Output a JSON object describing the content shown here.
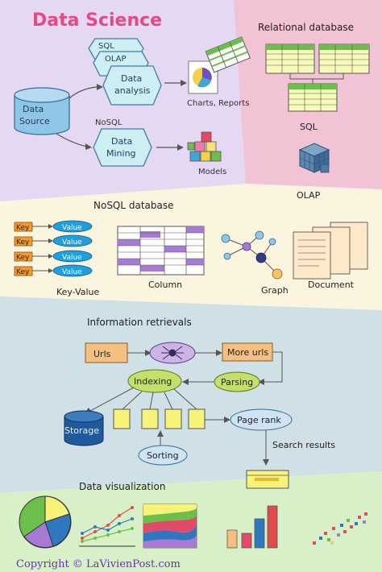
{
  "colors": {
    "bg_data_science": "#e4d8f3",
    "bg_relational": "#f2c3d5",
    "bg_nosql": "#fbf5df",
    "bg_info": "#cfe0e6",
    "bg_viz": "#d8f0c8",
    "title": "#e34a86",
    "copyright": "#6a2fc0",
    "hexagon": "#cdeef3",
    "hex_stroke": "#3f7fa0",
    "blue_cylinder": "#8fc6e6",
    "navy_cylinder": "#1f5a9a",
    "olive_oval": "#c4e06a",
    "purple_oval": "#cdb4e6",
    "orange_box": "#f3c082",
    "yellow_box": "#f8f27a",
    "key_orange": "#f49a2e",
    "value_blue": "#1e9fe0",
    "table_purple": "#a77ad6",
    "table_green": "#c7ecb0"
  },
  "data_science": {
    "title": "Data Science",
    "source": [
      "Data",
      "Source"
    ],
    "sql_label": "SQL",
    "olap_label": "OLAP",
    "analysis_label": [
      "Data",
      "analysis"
    ],
    "nosql_label": "NoSQL",
    "mining_label": [
      "Data",
      "Mining"
    ],
    "charts_label": "Charts, Reports",
    "models_label": "Models"
  },
  "relational": {
    "title": "Relational database",
    "sql_label": "SQL",
    "olap_label": "OLAP"
  },
  "nosql": {
    "title": "NoSQL database",
    "key_label": "Key",
    "value_label": "Value",
    "keyvalue_caption": "Key-Value",
    "column_caption": "Column",
    "graph_caption": "Graph",
    "document_caption": "Document"
  },
  "info": {
    "title": "Information retrievals",
    "urls": "Urls",
    "more_urls": "More urls",
    "indexing": "Indexing",
    "parsing": "Parsing",
    "storage": "Storage",
    "page_rank": "Page rank",
    "sorting": "Sorting",
    "search_results": "Search results"
  },
  "viz": {
    "title": "Data visualization"
  },
  "copyright": "Copyright © LaVivienPost.com"
}
